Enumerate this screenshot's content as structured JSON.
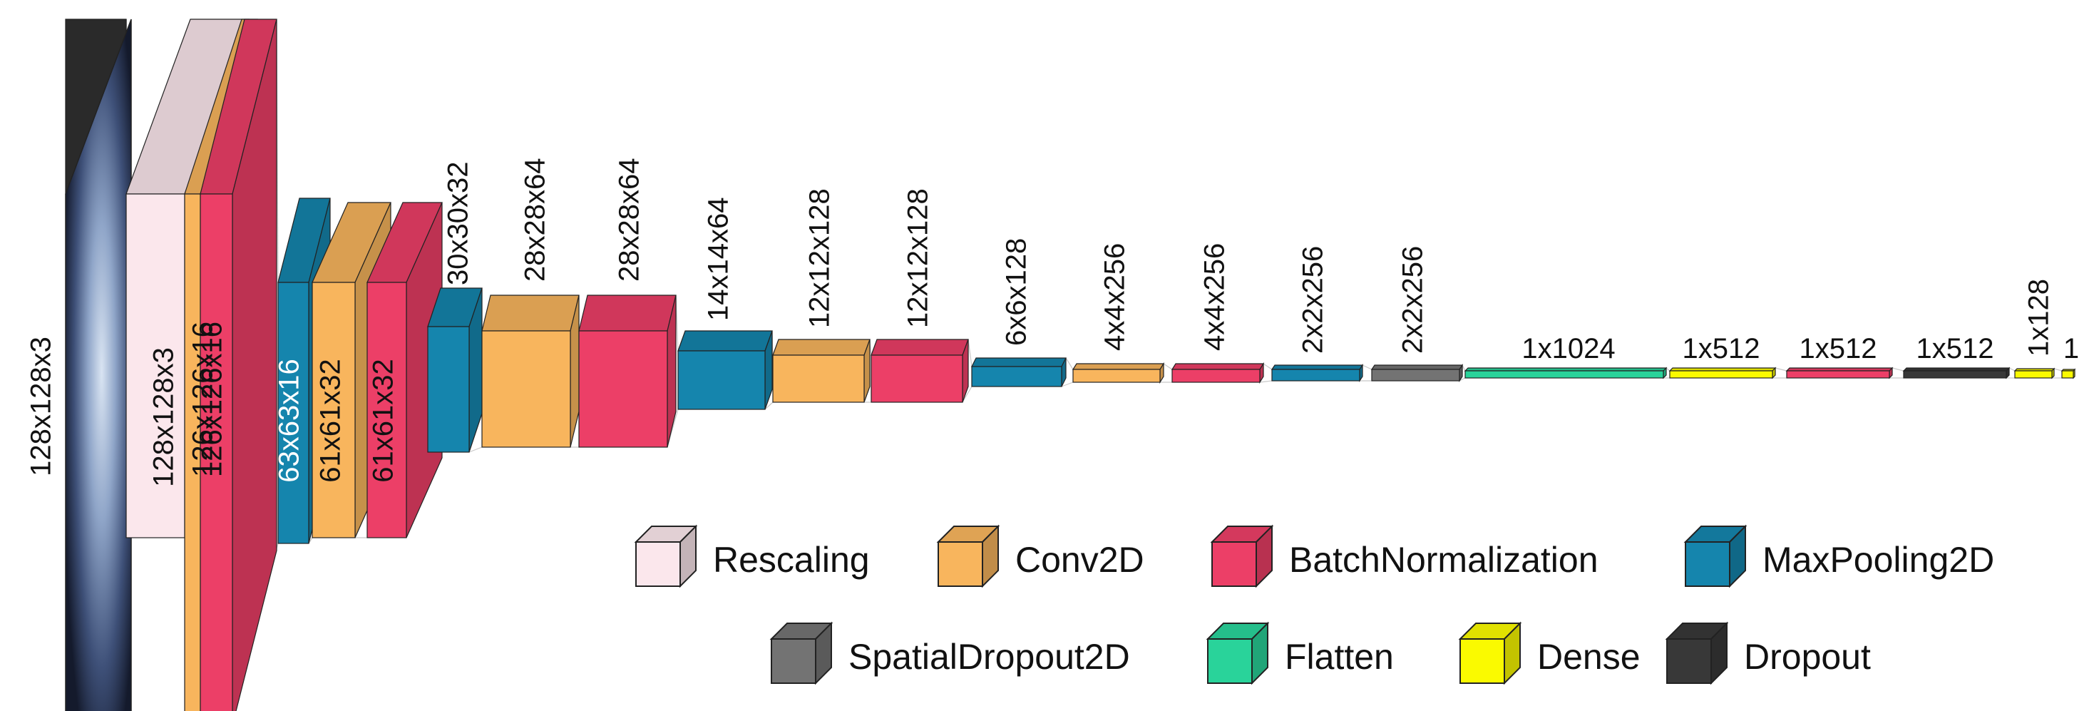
{
  "layers": [
    {
      "label": "128x128x3",
      "type": "Input"
    },
    {
      "label": "128x128x3",
      "type": "Rescaling"
    },
    {
      "label": "126x126x16",
      "type": "Conv2D"
    },
    {
      "label": "126x126x16",
      "type": "BatchNormalization"
    },
    {
      "label": "63x63x16",
      "type": "MaxPooling2D"
    },
    {
      "label": "61x61x32",
      "type": "Conv2D"
    },
    {
      "label": "61x61x32",
      "type": "BatchNormalization"
    },
    {
      "label": "30x30x32",
      "type": "MaxPooling2D"
    },
    {
      "label": "28x28x64",
      "type": "Conv2D"
    },
    {
      "label": "28x28x64",
      "type": "BatchNormalization"
    },
    {
      "label": "14x14x64",
      "type": "MaxPooling2D"
    },
    {
      "label": "12x12x128",
      "type": "Conv2D"
    },
    {
      "label": "12x12x128",
      "type": "BatchNormalization"
    },
    {
      "label": "6x6x128",
      "type": "MaxPooling2D"
    },
    {
      "label": "4x4x256",
      "type": "Conv2D"
    },
    {
      "label": "4x4x256",
      "type": "BatchNormalization"
    },
    {
      "label": "2x2x256",
      "type": "MaxPooling2D"
    },
    {
      "label": "2x2x256",
      "type": "SpatialDropout2D"
    },
    {
      "label": "1x1024",
      "type": "Flatten"
    },
    {
      "label": "1x512",
      "type": "Dense"
    },
    {
      "label": "1x512",
      "type": "BatchNormalization"
    },
    {
      "label": "1x512",
      "type": "Dropout"
    },
    {
      "label": "1x128",
      "type": "Dense"
    },
    {
      "label": "1",
      "type": "Dense"
    }
  ],
  "legend": [
    {
      "label": "Rescaling",
      "color": "#fbe7ec"
    },
    {
      "label": "Conv2D",
      "color": "#f8b55d"
    },
    {
      "label": "BatchNormalization",
      "color": "#ec3f67"
    },
    {
      "label": "MaxPooling2D",
      "color": "#1585ad"
    },
    {
      "label": "SpatialDropout2D",
      "color": "#737373"
    },
    {
      "label": "Flatten",
      "color": "#29d39a"
    },
    {
      "label": "Dense",
      "color": "#fafa00"
    },
    {
      "label": "Dropout",
      "color": "#383838"
    }
  ]
}
